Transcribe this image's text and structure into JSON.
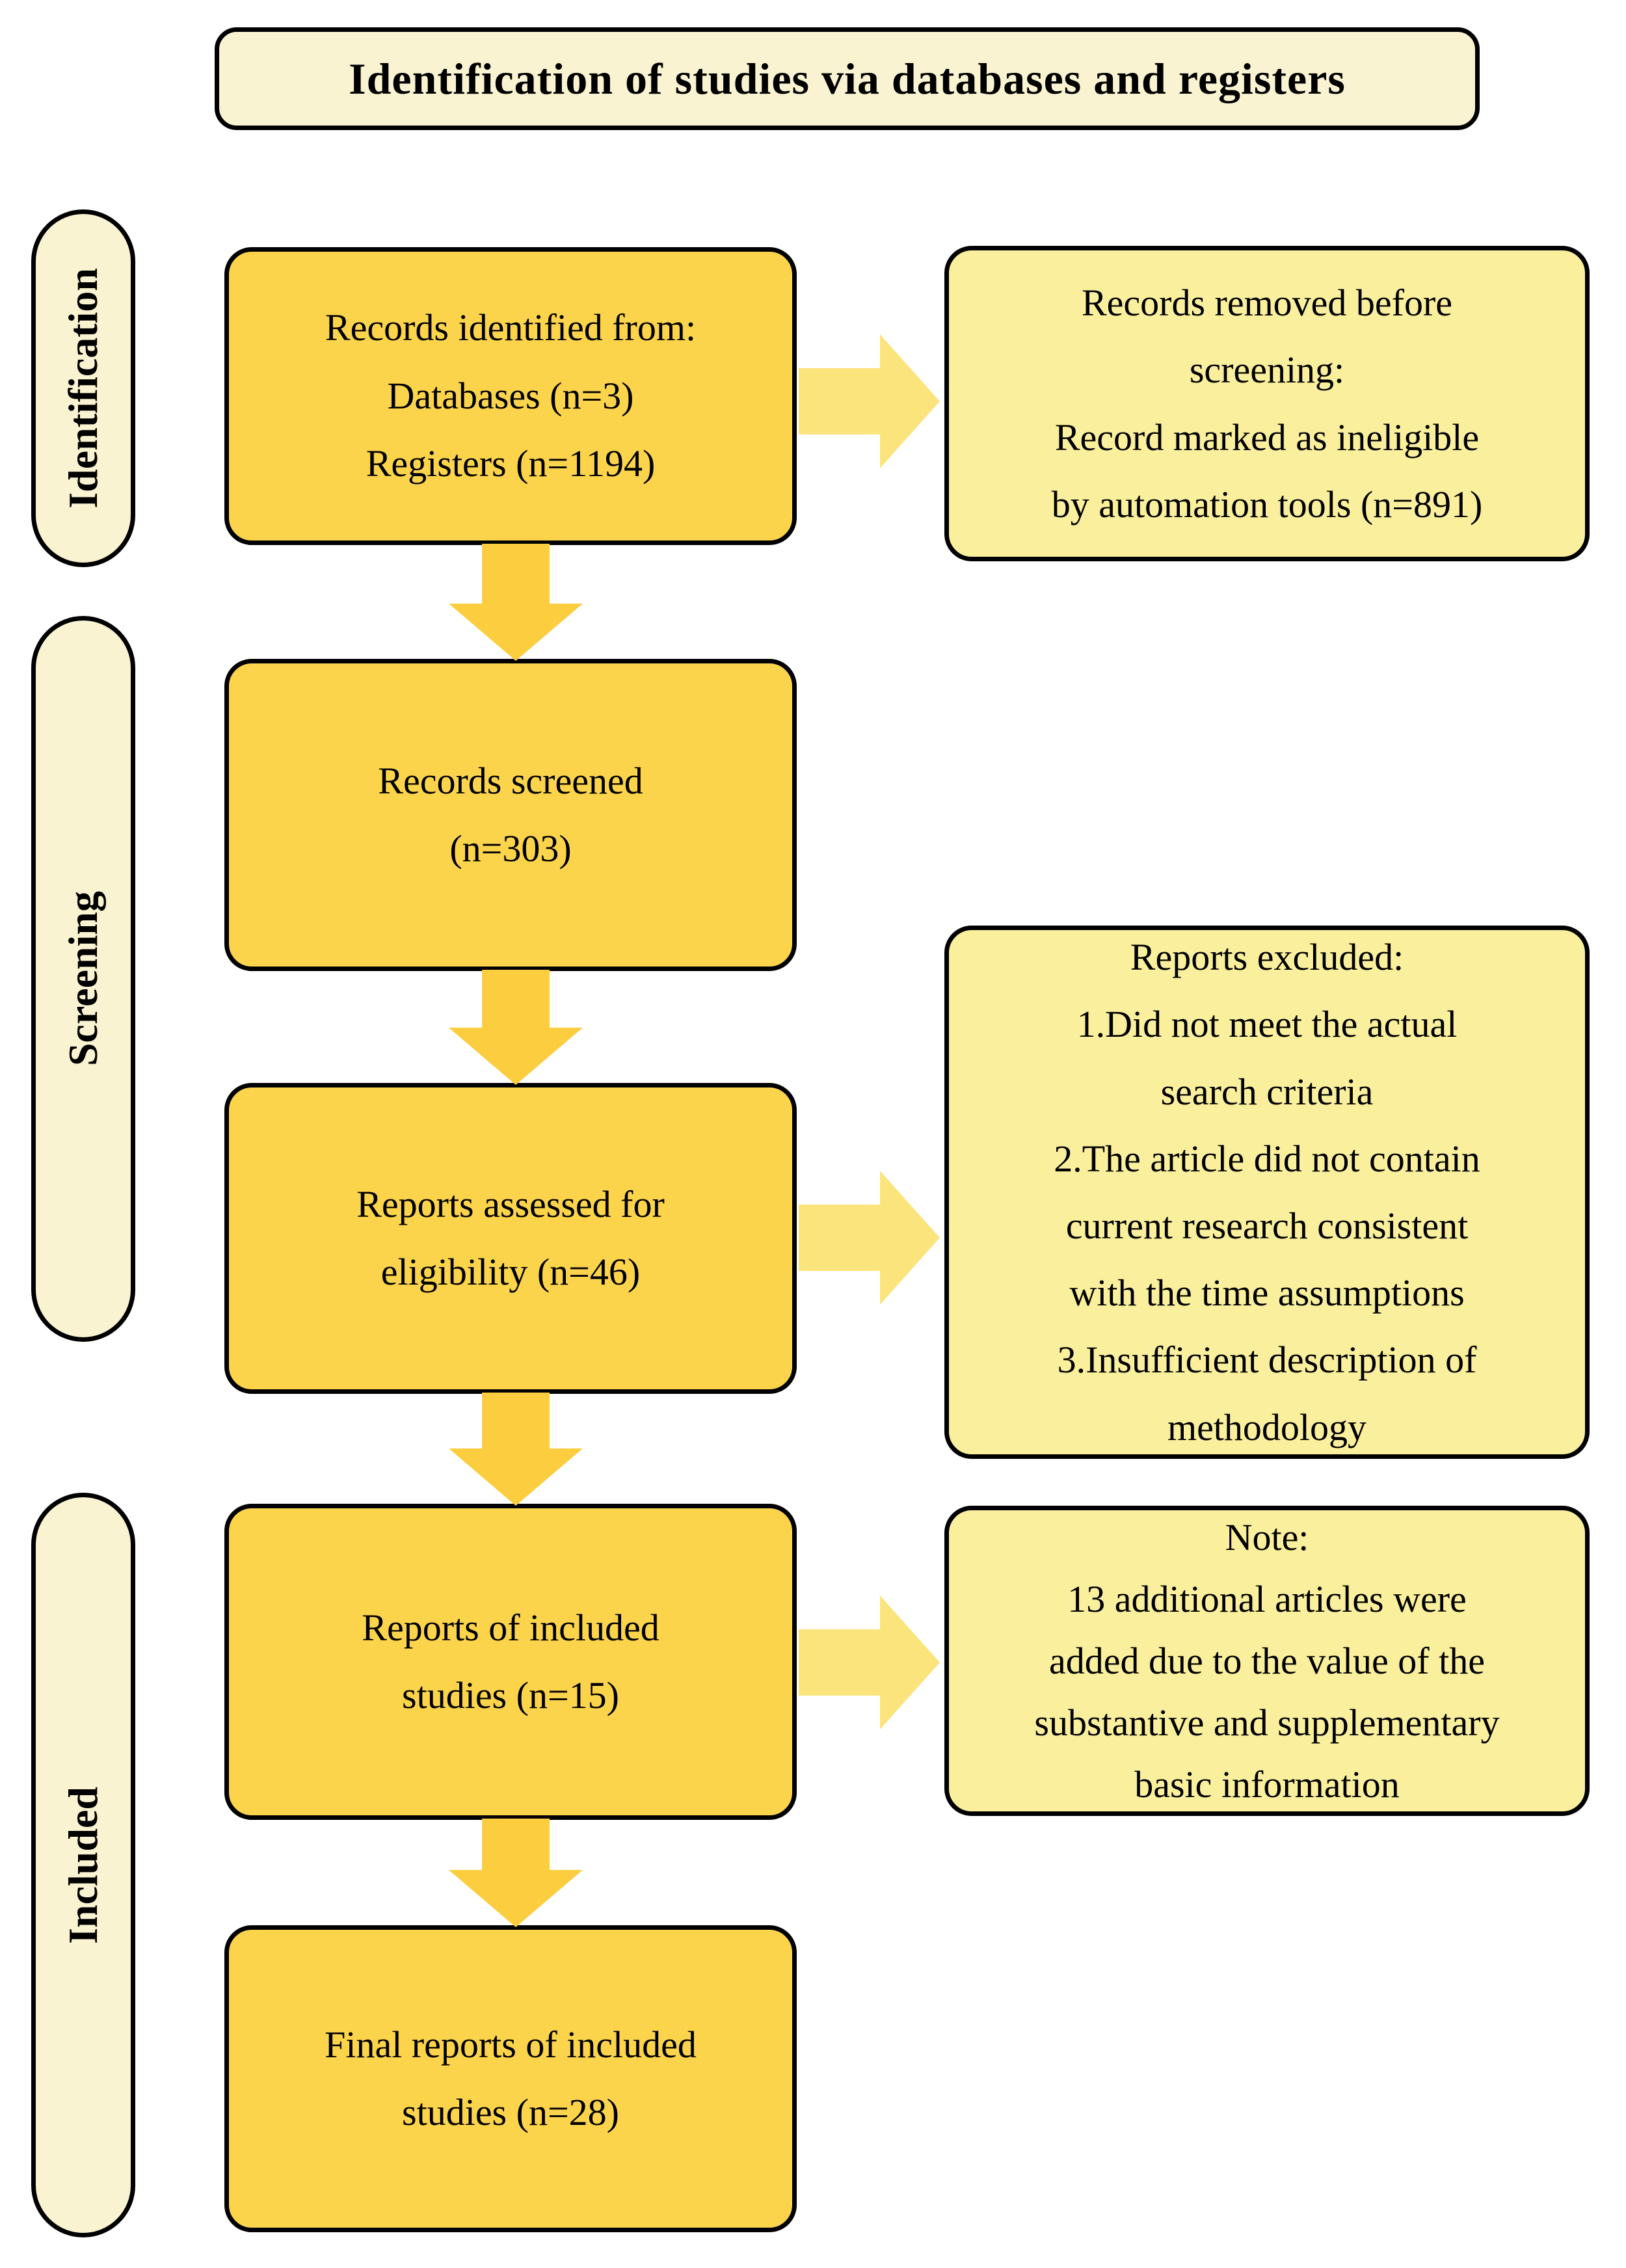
{
  "title": {
    "text": "Identification of studies via databases and registers"
  },
  "stage_labels": [
    {
      "id": "identification",
      "text": "Identification"
    },
    {
      "id": "screening",
      "text": "Screening"
    },
    {
      "id": "included",
      "text": "Included"
    }
  ],
  "flow_boxes": [
    {
      "id": "records-identified",
      "text": "Records identified from:\nDatabases (n=3)\nRegisters (n=1194)"
    },
    {
      "id": "records-screened",
      "text": "Records screened\n(n=303)"
    },
    {
      "id": "reports-assessed",
      "text": "Reports assessed for\neligibility (n=46)"
    },
    {
      "id": "reports-included",
      "text": "Reports of included\nstudies (n=15)"
    },
    {
      "id": "final-reports",
      "text": "Final reports of included\nstudies (n=28)"
    }
  ],
  "side_boxes": [
    {
      "id": "records-removed",
      "text": "Records removed before\nscreening:\nRecord marked as ineligible\nby automation tools (n=891)"
    },
    {
      "id": "reports-excluded",
      "text": "Reports excluded:\n1.Did not meet the actual\nsearch criteria\n2.The article did not contain\ncurrent research consistent\nwith the time assumptions\n3.Insufficient description of\nmethodology"
    },
    {
      "id": "note",
      "text": "Note:\n13 additional articles were\nadded  due to the value of the\nsubstantive and supplementary\nbasic information"
    }
  ],
  "colors": {
    "flow_box_fill": "#fcd44c",
    "side_box_fill": "#faef9c",
    "stage_label_fill": "#faf3d2",
    "title_fill": "#faf3d2",
    "down_arrow": "#fccd3f",
    "right_arrow": "#fce47c",
    "border": "#000000",
    "text": "#000000",
    "background": "#ffffff"
  }
}
